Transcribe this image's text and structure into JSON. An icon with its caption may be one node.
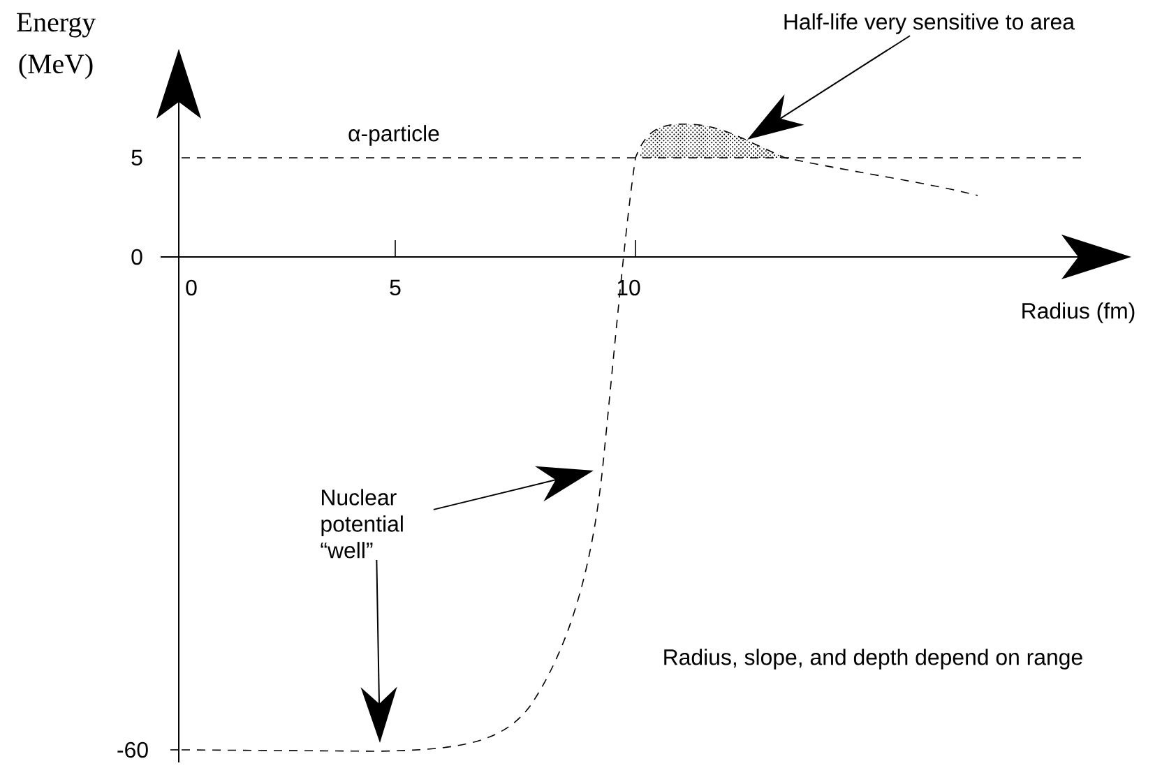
{
  "diagram": {
    "nodes": [
      {
        "text": [
          "Half-life very sensitive to area"
        ]
      },
      {
        "text": [
          "Nuclear potential “well”"
        ]
      }
    ],
    "edges": [
      {
        "from": 0,
        "to": null,
        "arrow": "to"
      },
      {
        "from": 1,
        "to": null,
        "arrow": "to"
      },
      {
        "from": 1,
        "to": null,
        "arrow": "to"
      }
    ],
    "labels": [
      "Energy (MeV)",
      "5",
      "0",
      "-60",
      "0",
      "5",
      "10",
      "Radius (fm)",
      "α-particle",
      "Radius, slope, and depth depend on range"
    ]
  }
}
